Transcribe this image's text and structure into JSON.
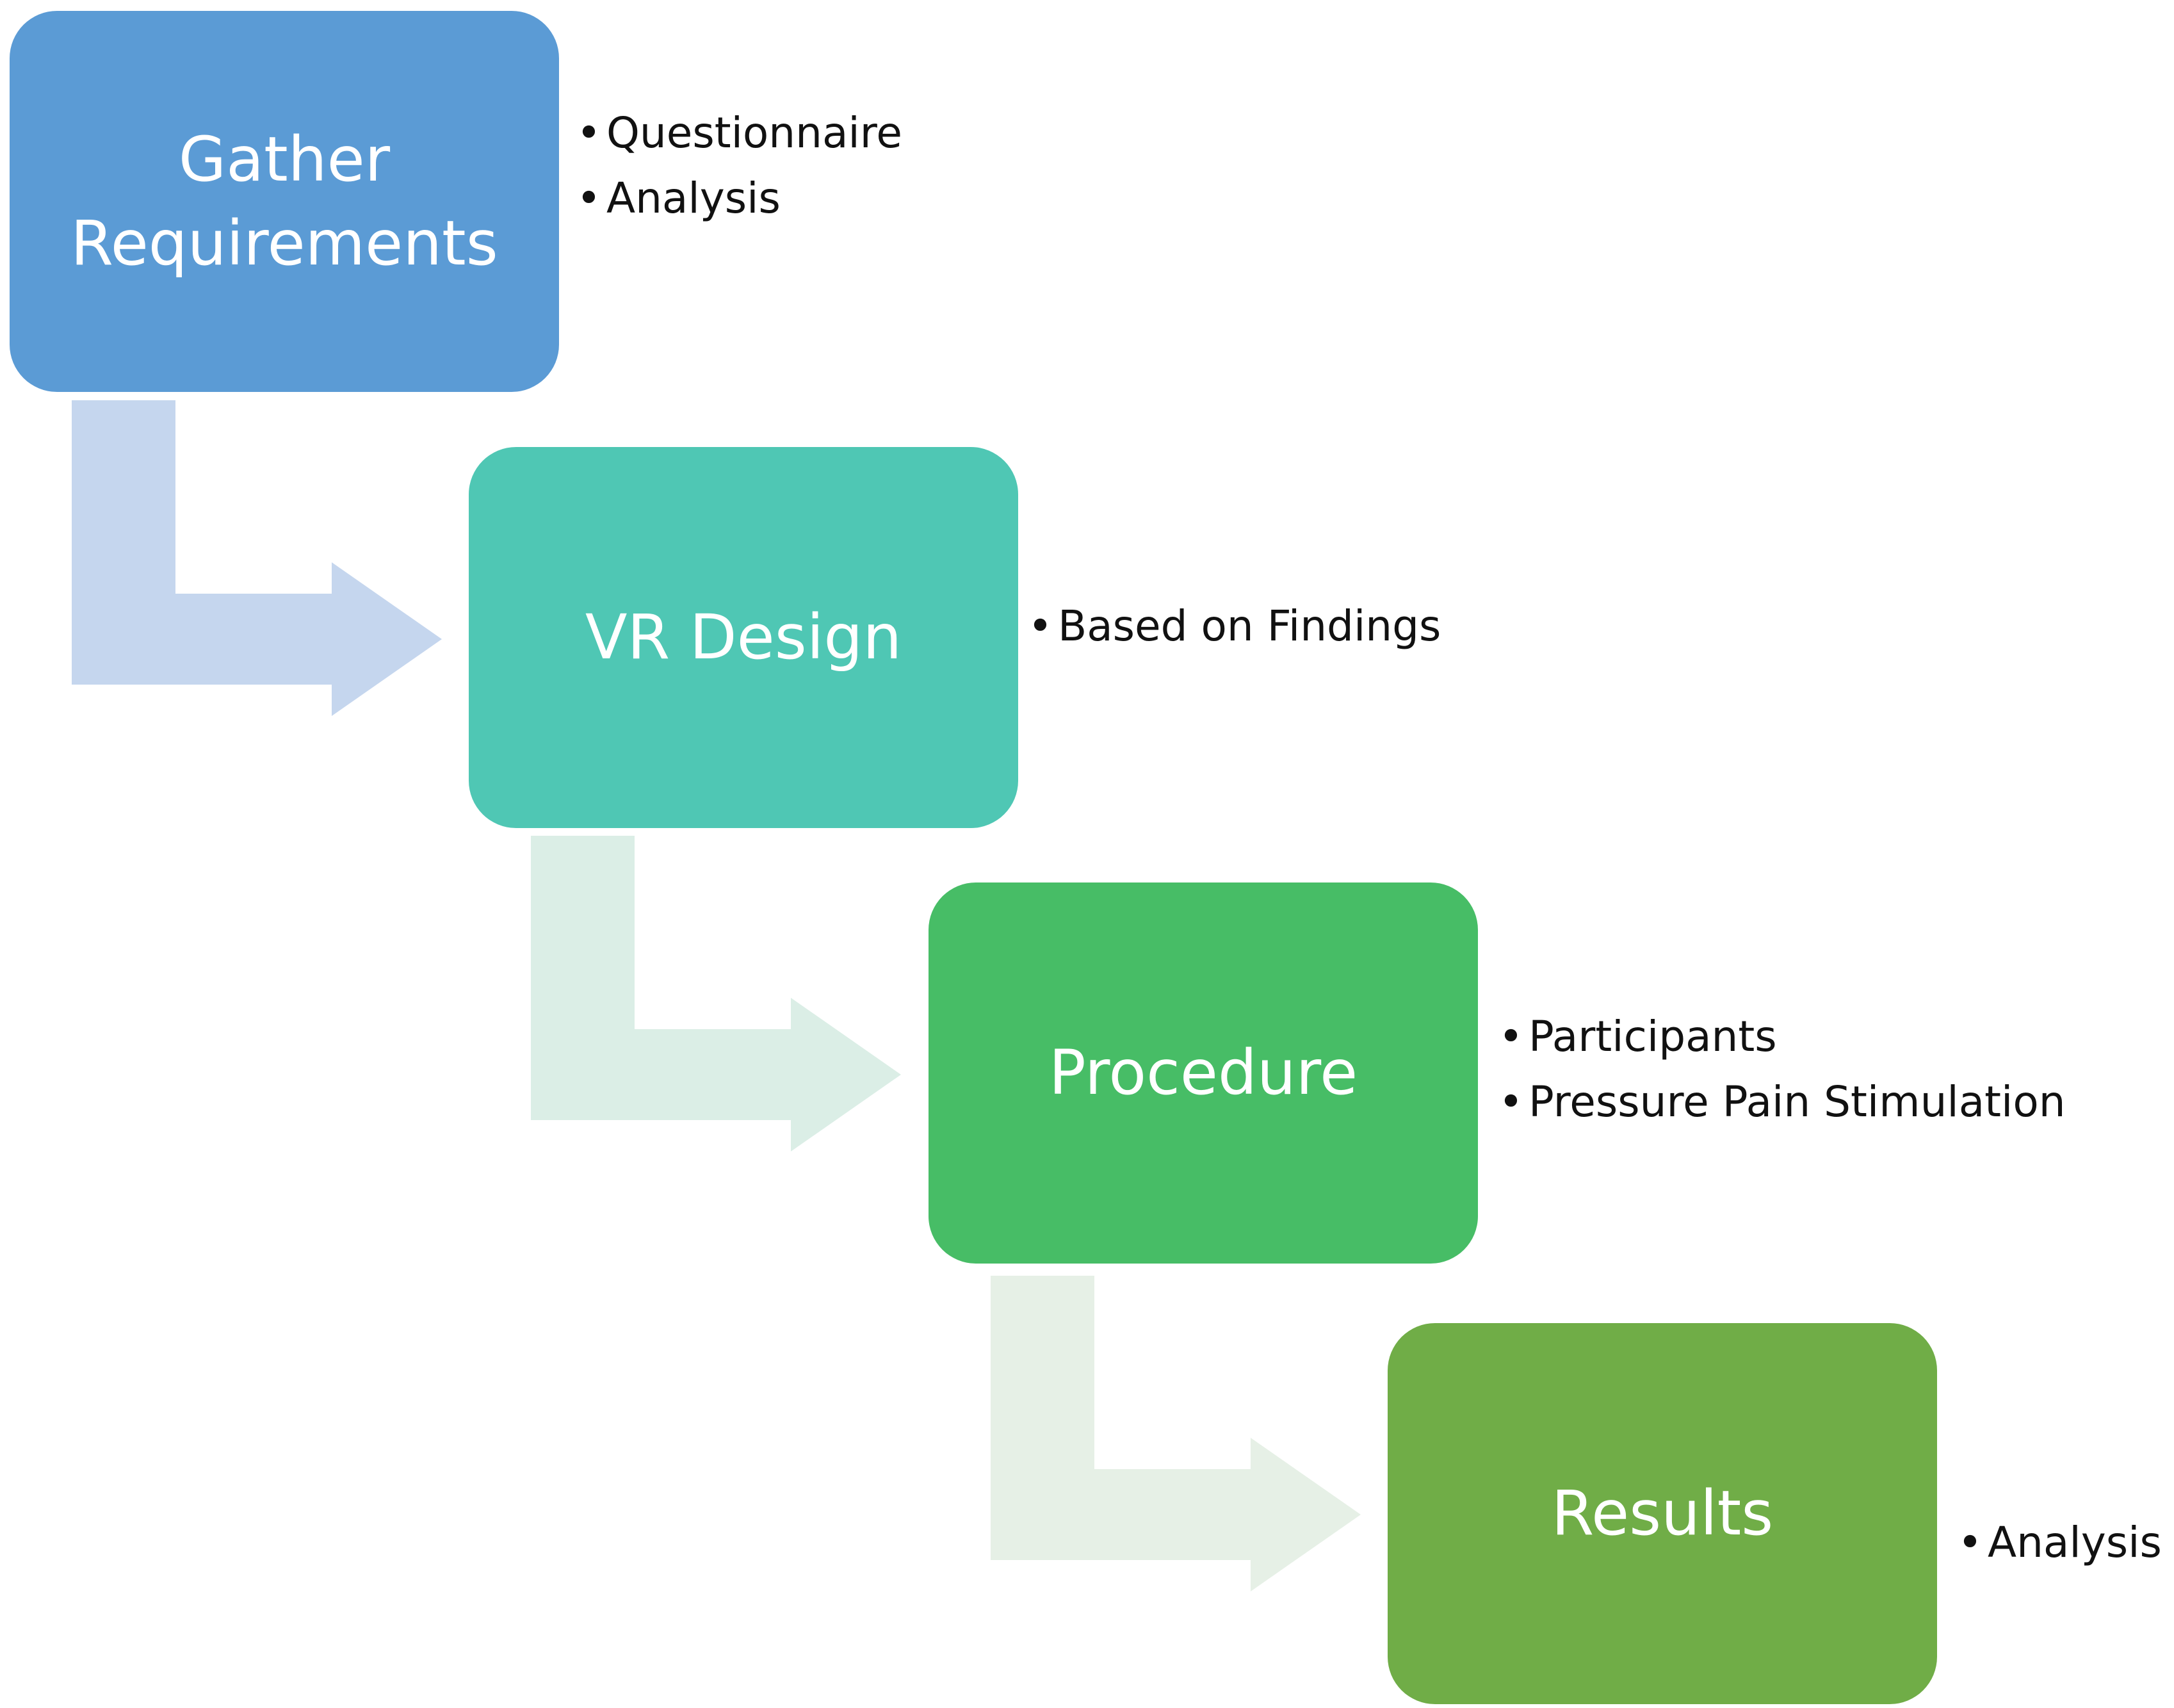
{
  "steps": [
    {
      "title": "Gather Requirements",
      "color": "#5b9bd5",
      "notes": [
        "Questionnaire",
        "Analysis"
      ]
    },
    {
      "title": "VR Design",
      "color": "#4fc7b4",
      "notes": [
        "Based on Findings"
      ]
    },
    {
      "title": "Procedure",
      "color": "#47bd66",
      "notes": [
        "Participants",
        "Pressure Pain Stimulation"
      ]
    },
    {
      "title": "Results",
      "color": "#70ad47",
      "notes": [
        "Analysis"
      ]
    }
  ],
  "connector_colors": [
    "#c5d6ee",
    "#dbeee6",
    "#e6f0e6"
  ]
}
